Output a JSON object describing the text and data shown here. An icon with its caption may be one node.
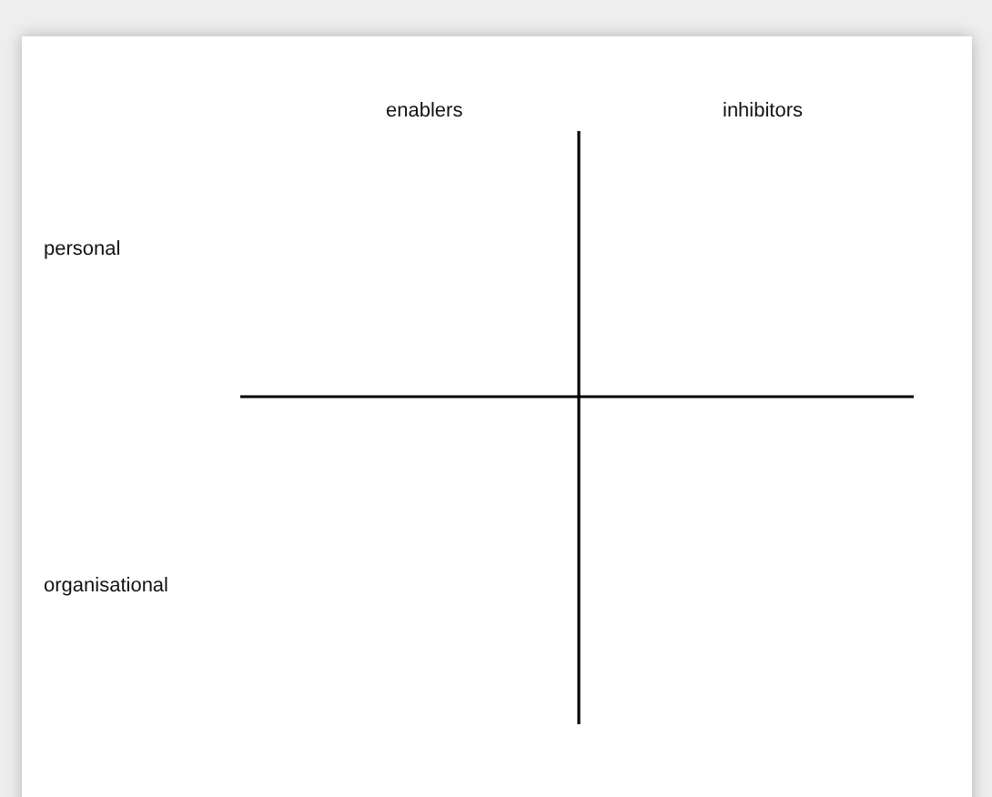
{
  "diagram": {
    "labels": [
      "enablers",
      "inhibitors",
      "personal",
      "organisational"
    ]
  }
}
